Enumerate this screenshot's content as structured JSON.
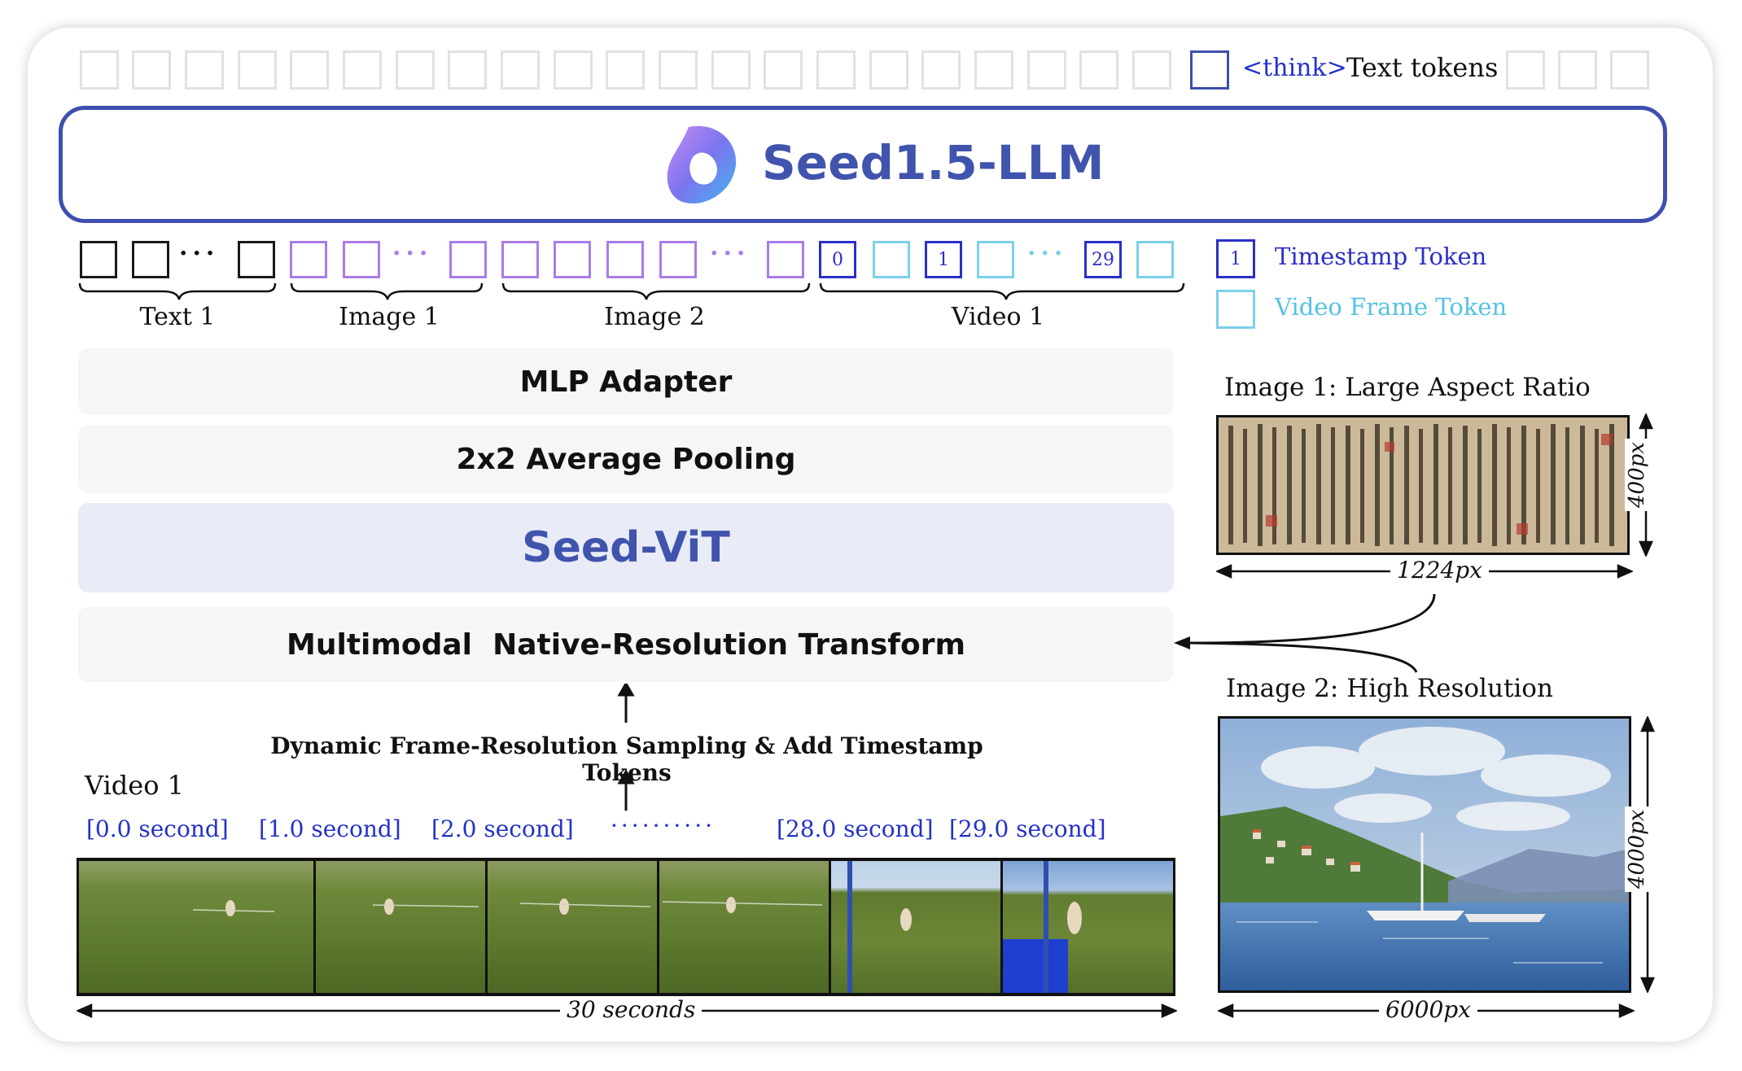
{
  "top_row": {
    "think_label": "<think>",
    "text_tokens_label": "Text tokens"
  },
  "llm": {
    "title": "Seed1.5-LLM"
  },
  "segments": {
    "text1": "Text 1",
    "image1": "Image 1",
    "image2": "Image 2",
    "video1": "Video 1"
  },
  "timestamp_tokens": [
    "0",
    "1",
    "29"
  ],
  "legend": {
    "timestamp_token_sample": "1",
    "timestamp_token": "Timestamp Token",
    "video_frame_token": "Video Frame Token"
  },
  "layers": {
    "mlp": "MLP Adapter",
    "pooling": "2x2 Average Pooling",
    "vit": "Seed-ViT",
    "transform": "Multimodal  Native-Resolution Transform"
  },
  "sampling_label": "Dynamic Frame-Resolution Sampling & Add Timestamp Tokens",
  "video": {
    "label": "Video 1",
    "timestamps": [
      "[0.0 second]",
      "[1.0 second]",
      "[2.0 second]",
      "[28.0 second]",
      "[29.0 second]"
    ],
    "ellipsis": "··········",
    "duration": "30 seconds"
  },
  "image1_panel": {
    "title": "Image 1: Large Aspect Ratio",
    "height_label": "400px",
    "width_label": "1224px"
  },
  "image2_panel": {
    "title": "Image 2: High Resolution",
    "height_label": "4000px",
    "width_label": "6000px"
  },
  "colors": {
    "llm_border": "#3e4fae",
    "llm_title": "#4054ad",
    "vit_bg": "#e9ebf6",
    "vit_text": "#4054ad",
    "image_token": "#a97ce8",
    "timestamp_token": "#2b2fc8",
    "frame_token": "#7cd0ea",
    "timestamp_text": "#2431c8"
  }
}
